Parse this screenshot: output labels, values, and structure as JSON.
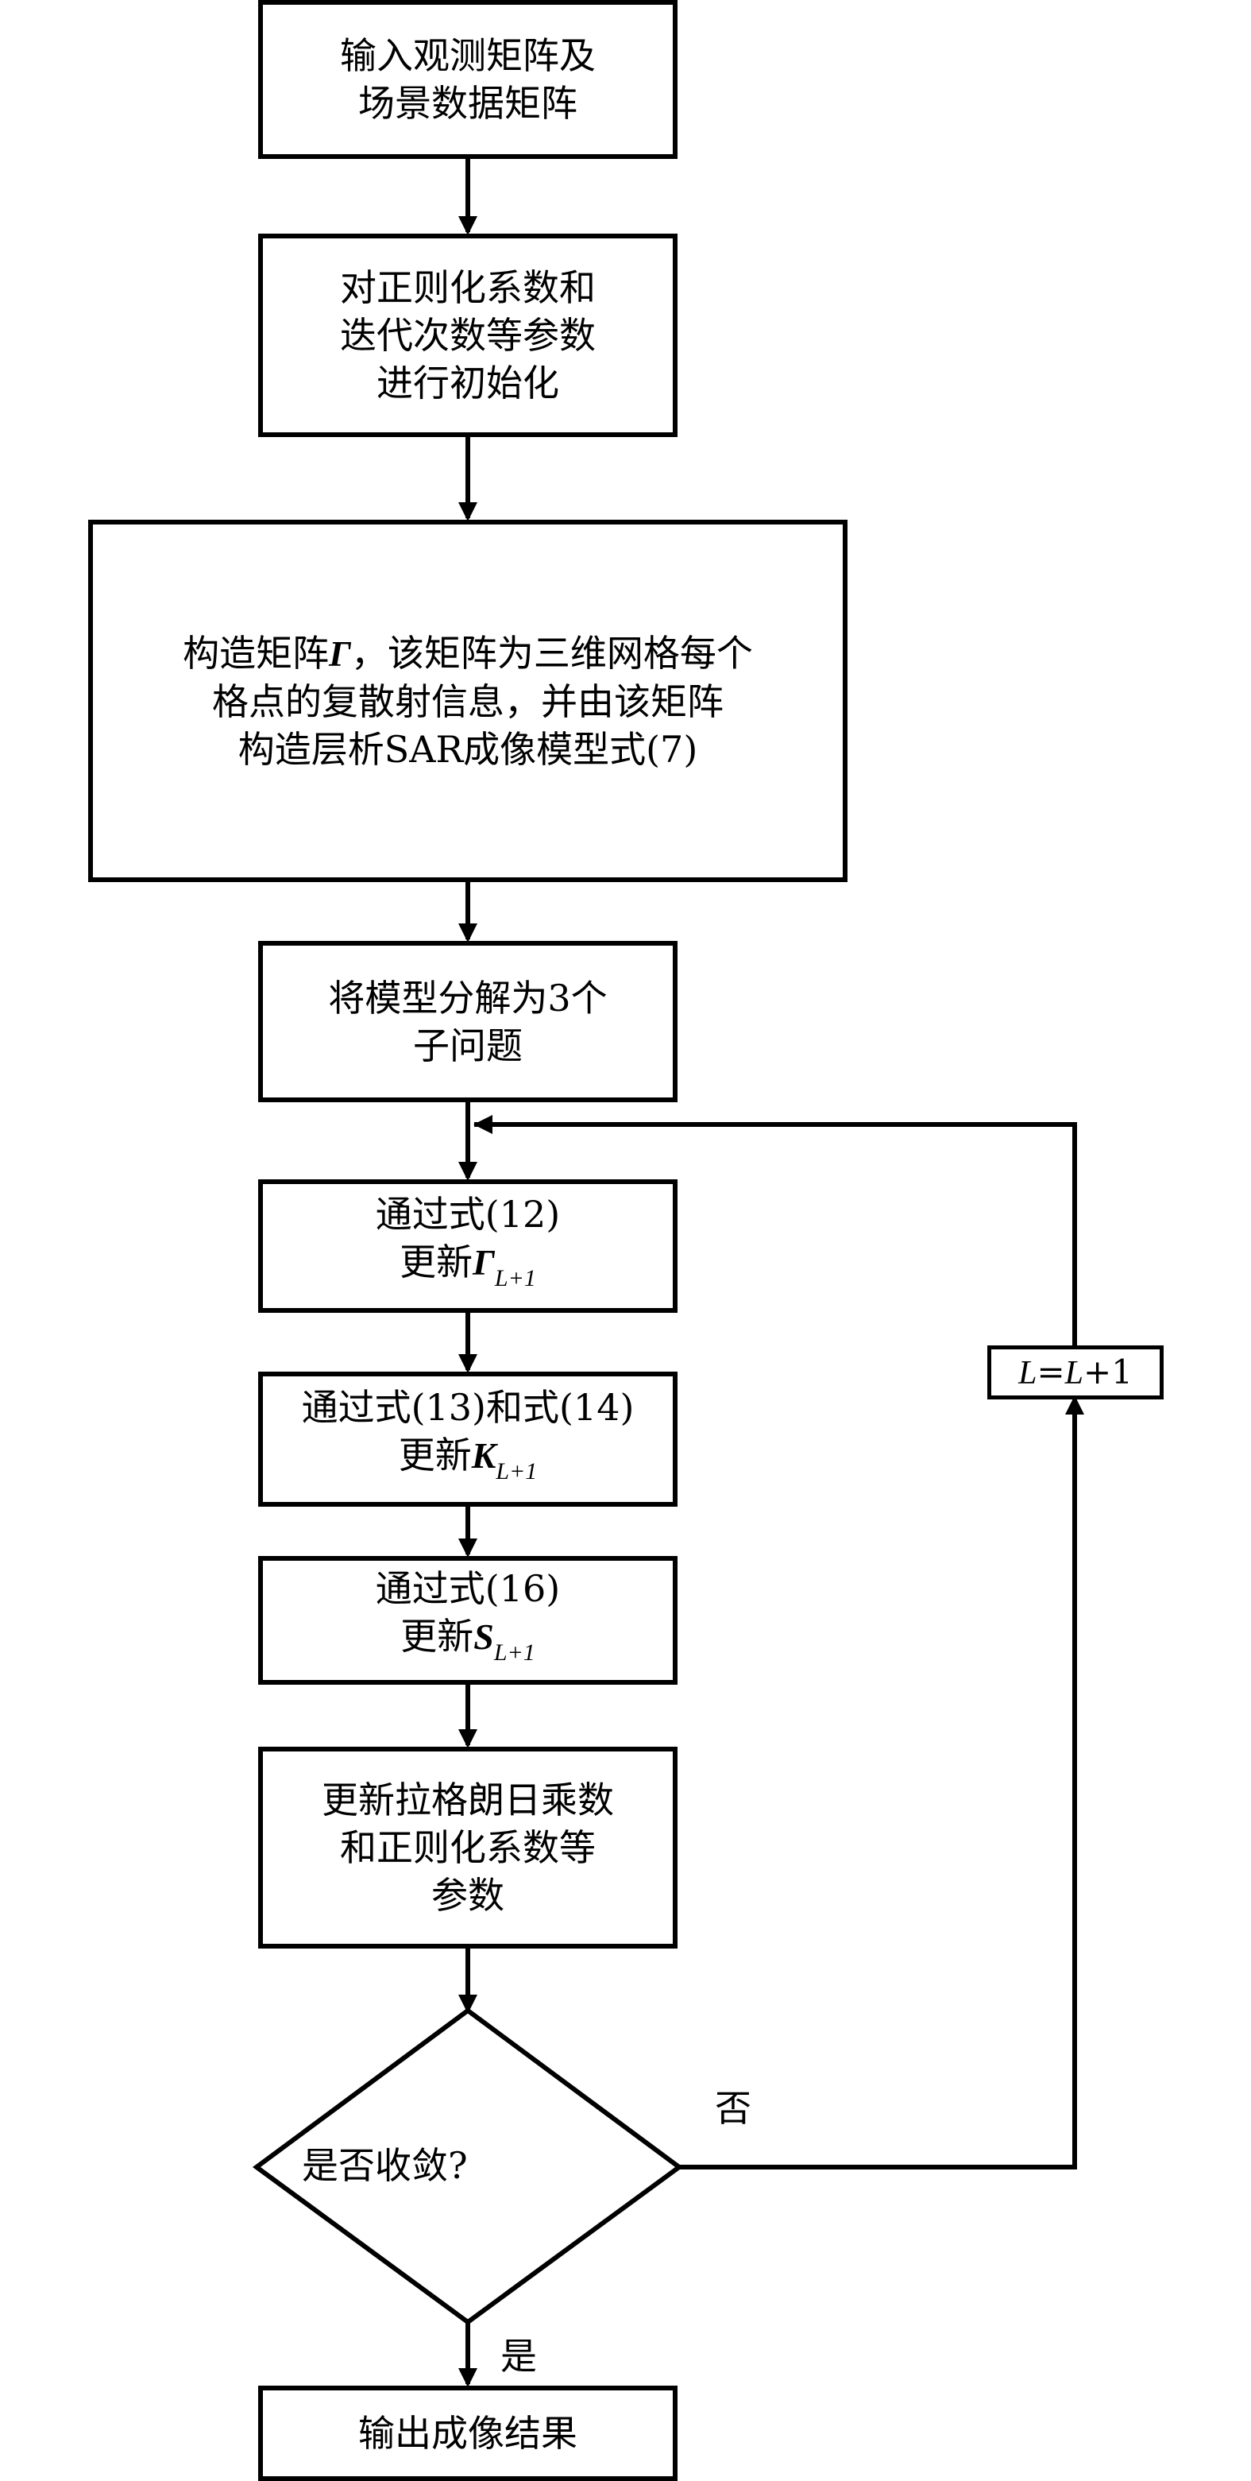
{
  "flowchart": {
    "colors": {
      "stroke": "#000000",
      "background": "#ffffff",
      "text": "#000000"
    },
    "nodes": {
      "input": {
        "lines": [
          "输入观测矩阵及",
          "场景数据矩阵"
        ]
      },
      "init": {
        "lines": [
          "对正则化系数和",
          "迭代次数等参数",
          "进行初始化"
        ]
      },
      "construct": {
        "line1_pre": "构造矩阵",
        "line1_sym": "Γ",
        "line1_post": "，该矩阵为三维网格每个",
        "line2": "格点的复散射信息，并由该矩阵",
        "line3": "构造层析SAR成像模型式(7)"
      },
      "decompose": {
        "lines": [
          "将模型分解为3个",
          "子问题"
        ]
      },
      "update_gamma": {
        "line1": "通过式(12)",
        "prefix": "更新",
        "symbol": "Γ",
        "subscript": "L+1"
      },
      "update_k": {
        "line1": "通过式(13)和式(14)",
        "prefix": "更新",
        "symbol": "K",
        "subscript": "L+1"
      },
      "update_s": {
        "line1": "通过式(16)",
        "prefix": "更新",
        "symbol": "S",
        "subscript": "L+1"
      },
      "update_params": {
        "lines": [
          "更新拉格朗日乘数",
          "和正则化系数等",
          "参数"
        ]
      },
      "decision": {
        "text": "是否收敛?"
      },
      "increment": {
        "lhs": "L",
        "op": "=",
        "rhs": "L",
        "plus": "+1"
      },
      "output": {
        "text": "输出成像结果"
      }
    },
    "edge_labels": {
      "no": "否",
      "yes": "是"
    }
  }
}
